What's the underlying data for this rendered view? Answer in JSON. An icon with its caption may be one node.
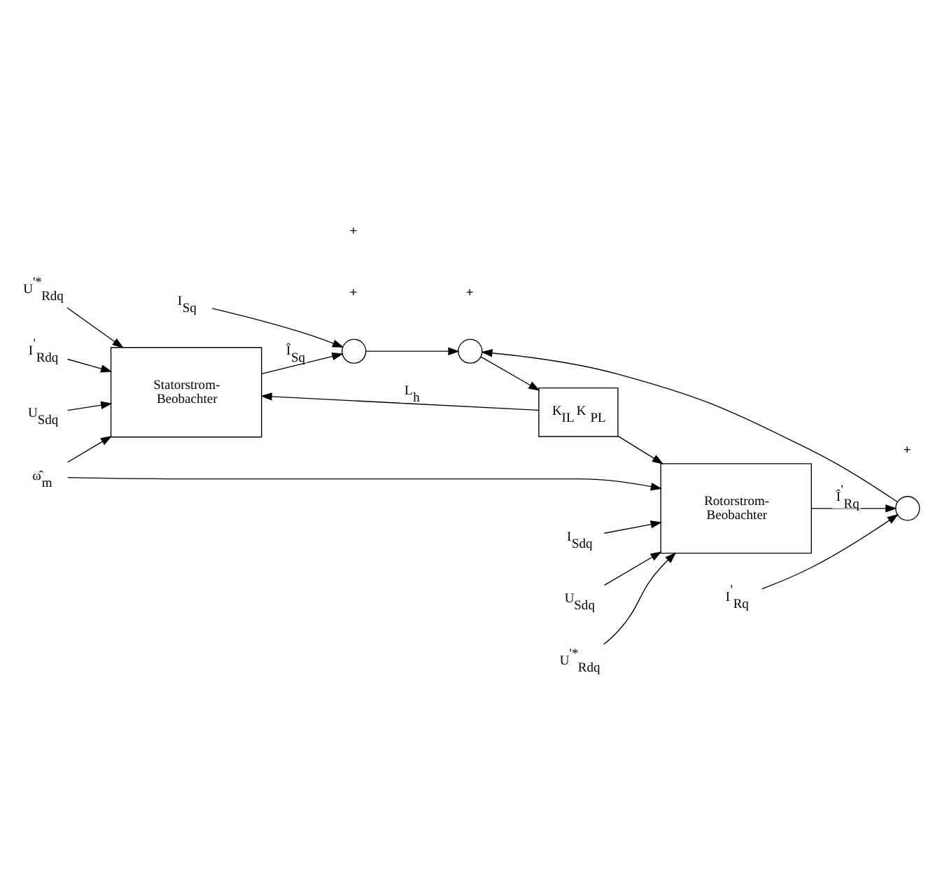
{
  "diagram": {
    "nodes": [
      {
        "text": [
          "I$^{'}$$_{Rdq}$"
        ]
      },
      {
        "text": [
          "U$_{Sdq}$"
        ]
      },
      {
        "text": [
          "U$^{'*}$$_{Rdq}$"
        ]
      },
      {
        "text": [
          "Statorstrom- Beobachter"
        ]
      },
      {
        "text": [
          "I$_{Sq}$"
        ]
      },
      {
        "text": [],
        "shape": "circle"
      },
      {
        "text": [
          "ω̂$_{m}$"
        ]
      },
      {
        "text": [
          "K$_{IL}$",
          "K$_{PL}$"
        ]
      },
      {
        "text": [],
        "shape": "circle"
      },
      {
        "text": [
          "U$_{Sdq}$"
        ]
      },
      {
        "text": [
          "U$^{'*}$$_{Rdq}$"
        ]
      },
      {
        "text": [
          "Rotorstrom- Beobachter"
        ]
      },
      {
        "text": [],
        "shape": "circle"
      },
      {
        "text": [
          "I$^{'}$$_{Rq}$"
        ]
      },
      {
        "text": [
          "I$_{Sdq}$"
        ]
      }
    ],
    "edges": [
      {
        "from": 0,
        "to": 3,
        "arrow": "to"
      },
      {
        "from": 1,
        "to": 3,
        "arrow": "to"
      },
      {
        "from": 2,
        "to": 3,
        "arrow": "to"
      },
      {
        "from": 3,
        "to": 5,
        "arrow": "to",
        "label": "Î$_{Sq}$"
      },
      {
        "from": 4,
        "to": 5,
        "arrow": "to"
      },
      {
        "from": 6,
        "to": 3,
        "arrow": "to"
      },
      {
        "from": 6,
        "to": 11,
        "arrow": "to"
      },
      {
        "from": 5,
        "to": 8,
        "arrow": "to"
      },
      {
        "from": 8,
        "to": 7,
        "arrow": "to"
      },
      {
        "from": 7,
        "to": 3,
        "arrow": "to",
        "label": "L$_{h}$"
      },
      {
        "from": 7,
        "to": 11,
        "arrow": "to"
      },
      {
        "from": 9,
        "to": 11,
        "arrow": "to"
      },
      {
        "from": 10,
        "to": 11,
        "arrow": "to"
      },
      {
        "from": 11,
        "to": 12,
        "arrow": "to",
        "label": "Î$^{'}$$_{Rq}$"
      },
      {
        "from": 12,
        "to": 8,
        "arrow": "to"
      },
      {
        "from": 13,
        "to": 12,
        "arrow": "to"
      },
      {
        "from": 14,
        "to": 11,
        "arrow": "to"
      }
    ],
    "labels": [
      "+",
      "+",
      "+",
      "+"
    ]
  }
}
